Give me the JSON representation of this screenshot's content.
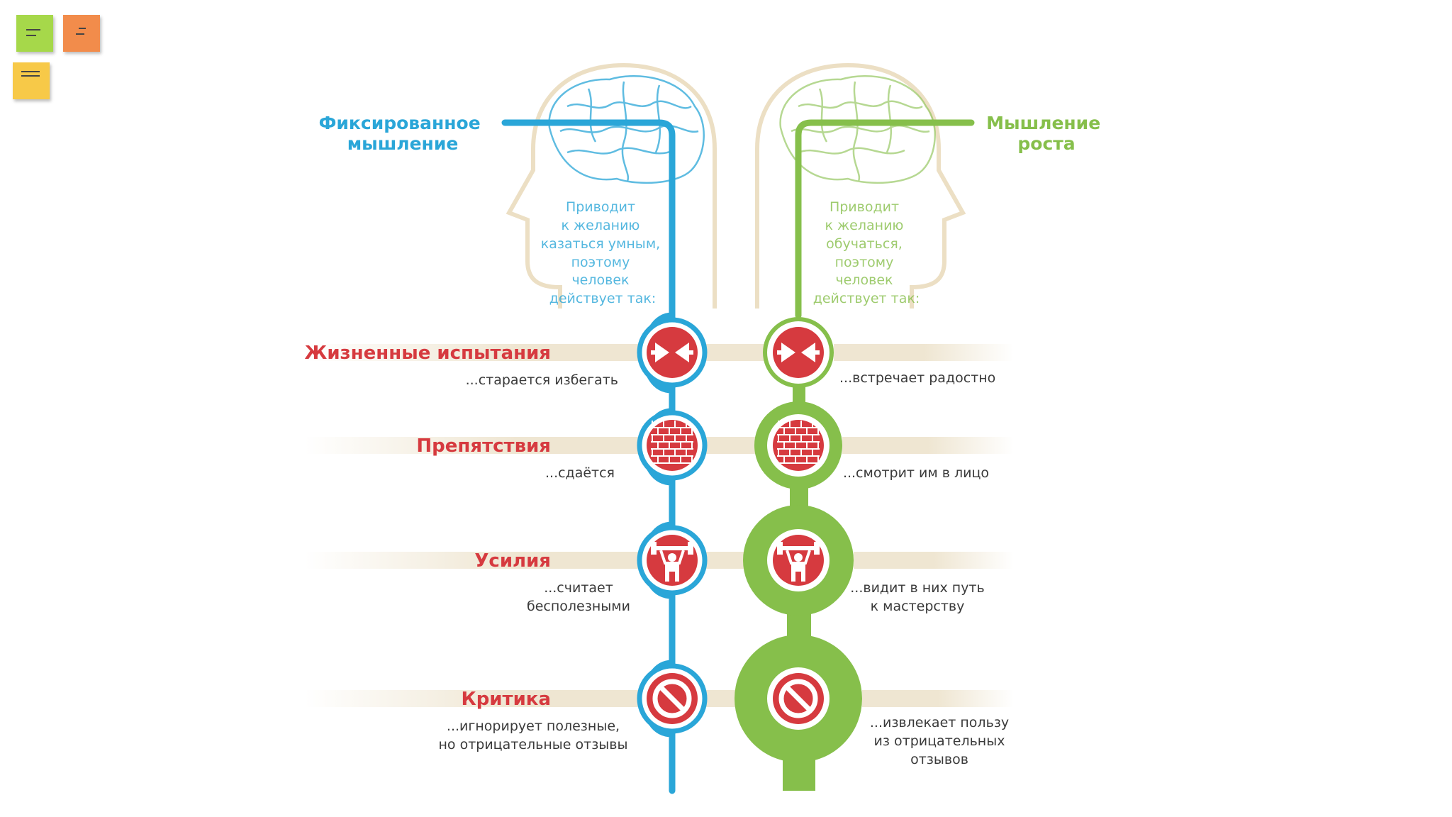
{
  "toolbar": {
    "notes": [
      {
        "color": "#a6d84a"
      },
      {
        "color": "#f28c4b"
      },
      {
        "color": "#f7c948"
      }
    ]
  },
  "colors": {
    "fixed": "#2aa6d8",
    "growth": "#86bf4b",
    "accent": "#d63a3f",
    "band": "#efe6d2",
    "text": "#3a3a3a"
  },
  "fixed": {
    "title": [
      "Фиксированное",
      "мышление"
    ],
    "head_text": [
      "Приводит",
      "к желанию",
      "казаться умным,",
      "поэтому",
      "человек",
      "действует так:"
    ]
  },
  "growth": {
    "title": [
      "Мышление",
      "роста"
    ],
    "head_text": [
      "Приводит",
      "к желанию",
      "обучаться,",
      "поэтому",
      "человек",
      "действует так:"
    ]
  },
  "rows": [
    {
      "icon": "arrows-collide-icon",
      "label": "Жизненные испытания",
      "fixed_text": [
        "...старается избегать"
      ],
      "growth_text": [
        "...встречает радостно"
      ]
    },
    {
      "icon": "brick-wall-icon",
      "label": "Препятствия",
      "fixed_text": [
        "...сдаётся"
      ],
      "growth_text": [
        "...смотрит им в лицо"
      ]
    },
    {
      "icon": "weightlifter-icon",
      "label": "Усилия",
      "fixed_text": [
        "...считает",
        "бесполезными"
      ],
      "growth_text": [
        "...видит в них путь",
        "к мастерству"
      ]
    },
    {
      "icon": "prohibited-icon",
      "label": "Критика",
      "fixed_text": [
        "...игнорирует полезные,",
        "но отрицательные отзывы"
      ],
      "growth_text": [
        "...извлекает пользу",
        "из отрицательных",
        "отзывов"
      ]
    }
  ]
}
